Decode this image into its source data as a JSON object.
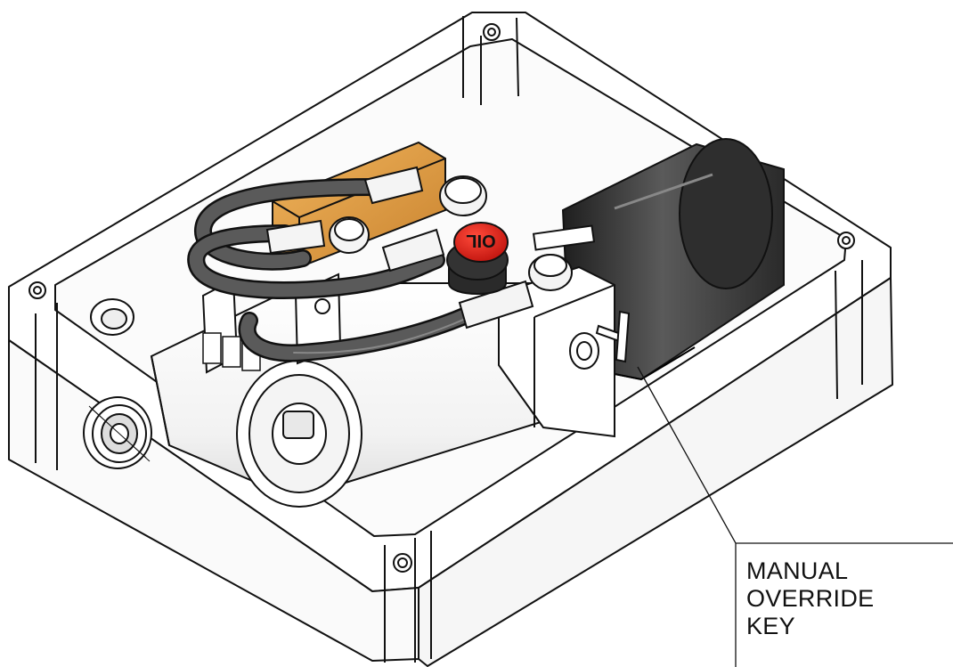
{
  "callout": {
    "lines": [
      "MANUAL",
      "OVERRIDE",
      "KEY"
    ]
  },
  "oil_cap": {
    "label": "OIL"
  },
  "colors": {
    "outline": "#111111",
    "housing": "#ffffff",
    "valve_block": "#e8a24a",
    "oil_cap": "#e0201a",
    "motor": "#3a3a3a",
    "hose": "#4a4a4a",
    "metal": "#d8d8d8"
  }
}
